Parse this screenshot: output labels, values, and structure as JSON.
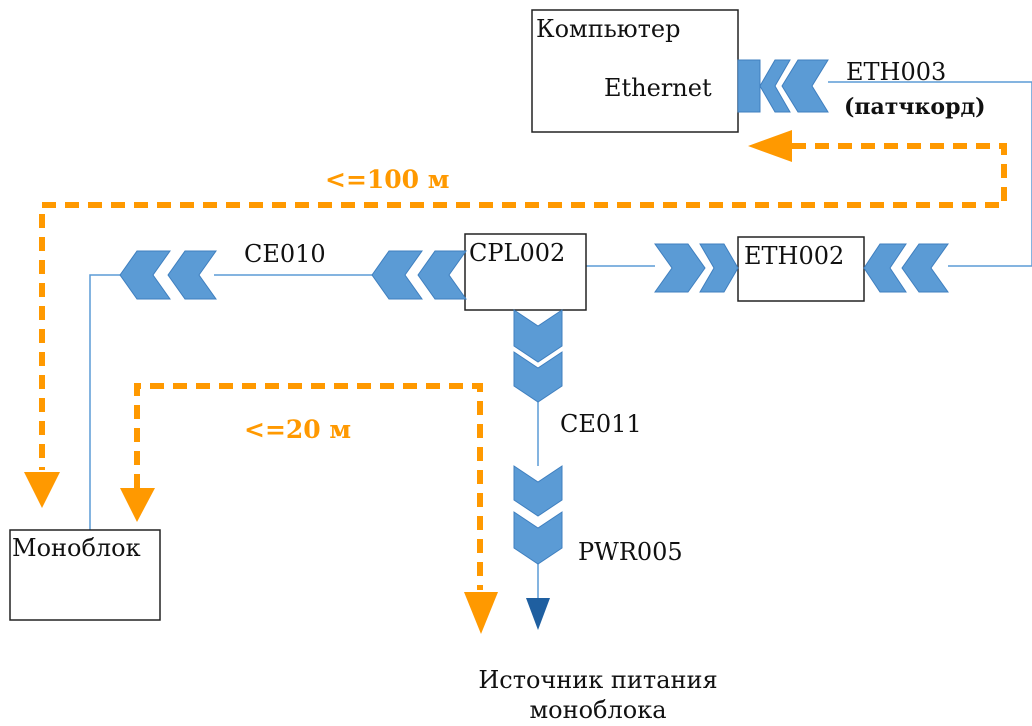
{
  "colors": {
    "connector": "#5B9BD5",
    "connector_stroke": "#3F7FBF",
    "wire": "#5B9BD5",
    "distance": "#FF9900",
    "power_arrow": "#1F5FA0"
  },
  "nodes": {
    "computer": {
      "title": "Компьютер",
      "port": "Ethernet"
    },
    "cpl": {
      "label": "CPL002"
    },
    "eth002": {
      "label": "ETH002"
    },
    "monoblock": {
      "label": "Моноблок"
    }
  },
  "cables": {
    "eth003": {
      "label": "ETH003",
      "note": "(патчкорд)"
    },
    "ce010": {
      "label": "CE010"
    },
    "ce011": {
      "label": "CE011"
    },
    "pwr005": {
      "label": "PWR005"
    }
  },
  "distances": {
    "long": "<=100 м",
    "short": "<=20 м"
  },
  "power_source": {
    "line1": "Источник питания",
    "line2": "моноблока"
  }
}
